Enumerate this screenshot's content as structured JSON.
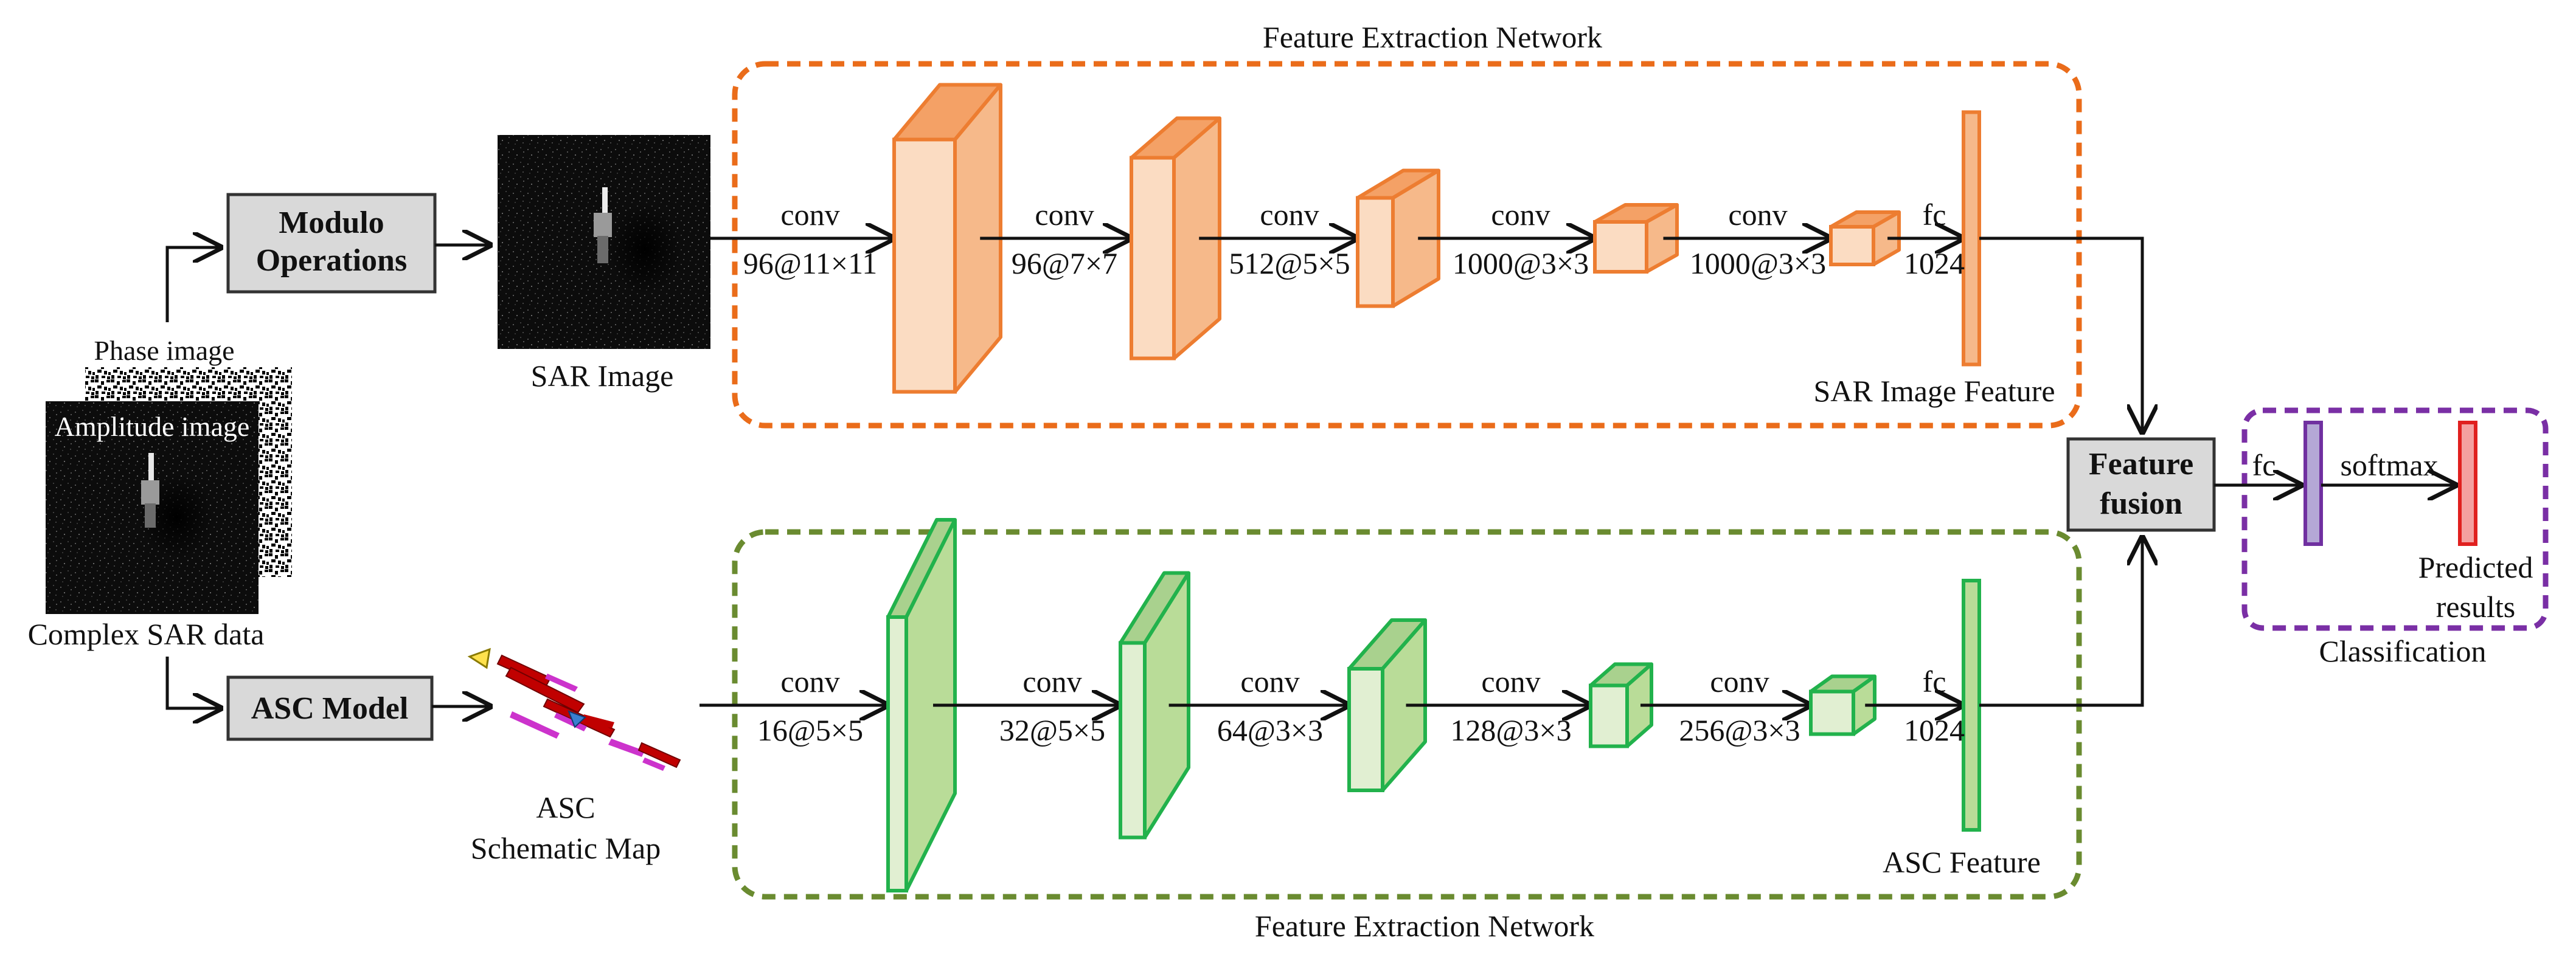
{
  "inputs": {
    "phase_label": "Phase image",
    "amplitude_label": "Amplitude image",
    "complex_label": "Complex SAR data"
  },
  "operations": {
    "modulo_line1": "Modulo",
    "modulo_line2": "Operations",
    "asc_model": "ASC Model",
    "feature_fusion_line1": "Feature",
    "feature_fusion_line2": "fusion"
  },
  "images": {
    "sar_image_label": "SAR Image",
    "asc_map_line1": "ASC",
    "asc_map_line2": "Schematic Map"
  },
  "sar_branch": {
    "network_title": "Feature Extraction Network",
    "feature_label": "SAR Image Feature",
    "color_front": "#fbdcc2",
    "color_side": "#f6b98a",
    "color_top": "#f4a166",
    "color_stroke": "#ed7d31",
    "layers": [
      {
        "op": "conv",
        "spec": "96@11×11"
      },
      {
        "op": "conv",
        "spec": "96@7×7"
      },
      {
        "op": "conv",
        "spec": "512@5×5"
      },
      {
        "op": "conv",
        "spec": "1000@3×3"
      },
      {
        "op": "conv",
        "spec": "1000@3×3"
      },
      {
        "op": "fc",
        "spec": "1024"
      }
    ]
  },
  "asc_branch": {
    "network_title": "Feature Extraction Network",
    "feature_label": "ASC Feature",
    "color_front": "#e1efd2",
    "color_side": "#b9dc98",
    "color_top": "#a9d18e",
    "color_stroke": "#22b24c",
    "layers": [
      {
        "op": "conv",
        "spec": "16@5×5"
      },
      {
        "op": "conv",
        "spec": "32@5×5"
      },
      {
        "op": "conv",
        "spec": "64@3×3"
      },
      {
        "op": "conv",
        "spec": "128@3×3"
      },
      {
        "op": "conv",
        "spec": "256@3×3"
      },
      {
        "op": "fc",
        "spec": "1024"
      }
    ]
  },
  "classification": {
    "title": "Classification",
    "fc_label": "fc",
    "softmax_label": "softmax",
    "predicted_line1": "Predicted",
    "predicted_line2": "results",
    "fc_color": "#b4a7d6",
    "fc_stroke": "#7030a0",
    "out_color": "#f4a0a0",
    "out_stroke": "#e0201f"
  }
}
